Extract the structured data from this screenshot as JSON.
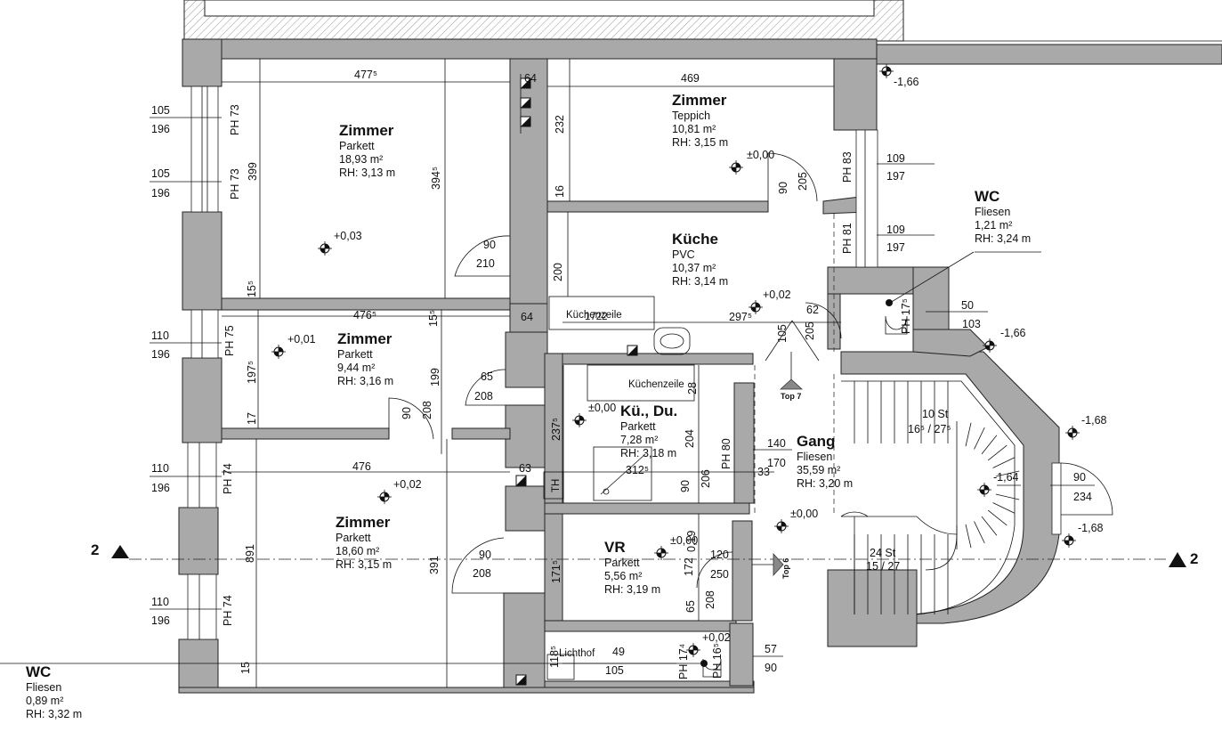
{
  "rooms": [
    {
      "name": "Zimmer",
      "floor": "Parkett",
      "area": "18,93 m²",
      "height": "RH: 3,13 m"
    },
    {
      "name": "Zimmer",
      "floor": "Teppich",
      "area": "10,81 m²",
      "height": "RH: 3,15 m"
    },
    {
      "name": "Küche",
      "floor": "PVC",
      "area": "10,37 m²",
      "height": "RH: 3,14 m"
    },
    {
      "name": "WC",
      "floor": "Fliesen",
      "area": "1,21 m²",
      "height": "RH: 3,24 m"
    },
    {
      "name": "Zimmer",
      "floor": "Parkett",
      "area": "9,44 m²",
      "height": "RH: 3,16 m"
    },
    {
      "name": "Kü., Du.",
      "floor": "Parkett",
      "area": "7,28 m²",
      "height": "RH: 3,18 m"
    },
    {
      "name": "Gang",
      "floor": "Fliesen",
      "area": "35,59 m²",
      "height": "RH: 3,20 m"
    },
    {
      "name": "Zimmer",
      "floor": "Parkett",
      "area": "18,60 m²",
      "height": "RH: 3,15 m"
    },
    {
      "name": "VR",
      "floor": "Parkett",
      "area": "5,56 m²",
      "height": "RH: 3,19 m"
    },
    {
      "name": "WC",
      "floor": "Fliesen",
      "area": "0,89 m²",
      "height": "RH: 3,32 m"
    }
  ],
  "levels": [
    "-1,66",
    "±0,00",
    "+0,03",
    "+0,02",
    "+0,01",
    "-1,66",
    "±0,00",
    "-1,68",
    "+0,02",
    "-1,64",
    "±0,00",
    "-1,68",
    "±0,00",
    "+0,02"
  ],
  "dimensions": [
    "477⁵",
    "469",
    "64",
    "399",
    "394⁵",
    "232",
    "16",
    "90",
    "205",
    "109",
    "197",
    "109",
    "197",
    "90",
    "210",
    "200",
    "15⁵",
    "476⁵",
    "15⁵",
    "64",
    "297⁵",
    "62",
    "105",
    "205",
    "50",
    "103",
    "17",
    "199",
    "208",
    "90",
    "197⁵",
    "65",
    "208",
    "28",
    "237⁵",
    "204",
    "206",
    "90",
    "140",
    "170",
    "33",
    "312⁵",
    "476",
    "63",
    "891",
    "391",
    "90",
    "208",
    "171⁵",
    "172",
    "0,19",
    "120",
    "250",
    "208",
    "65",
    "90",
    "234",
    "118⁵",
    "49",
    "105",
    "57",
    "90",
    "15",
    "10 St",
    "16⁵ / 27⁵",
    "24 St",
    "15 / 27"
  ],
  "window_dims": [
    "105",
    "196",
    "105",
    "196",
    "110",
    "196",
    "110",
    "196",
    "110",
    "196"
  ],
  "parapets": [
    "PH 73",
    "PH 73",
    "PH 75",
    "PH 74",
    "PH 74",
    "PH 83",
    "PH 81",
    "PH 80",
    "PH 17⁵",
    "PH 17⁴",
    "PH 16⁵"
  ],
  "labels": [
    "Küchenzeile",
    "Küchenzeile",
    "Lichthof",
    "Top 7",
    "Top 6",
    "TH",
    "1722"
  ],
  "section": "2"
}
